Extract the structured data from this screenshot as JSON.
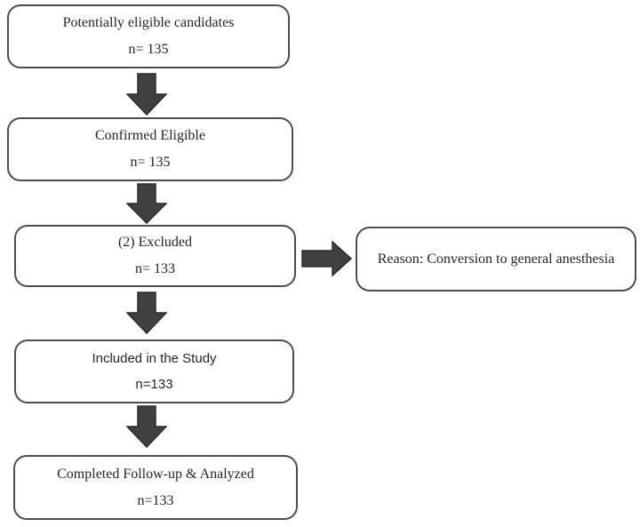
{
  "diagram": {
    "boxes": [
      {
        "title": "Potentially eligible candidates",
        "count": "n= 135"
      },
      {
        "title": "Confirmed Eligible",
        "count": "n= 135"
      },
      {
        "title": "(2) Excluded",
        "count": "n= 133"
      },
      {
        "title": "Included in the Study",
        "count": "n=133"
      },
      {
        "title": "Completed Follow-up & Analyzed",
        "count": "n=133"
      }
    ],
    "side_box": {
      "text": "Reason: Conversion to general anesthesia"
    },
    "colors": {
      "arrow_fill": "#404040",
      "box_border": "#4d4d4d",
      "text": "#262626",
      "background": "#ffffff"
    }
  }
}
